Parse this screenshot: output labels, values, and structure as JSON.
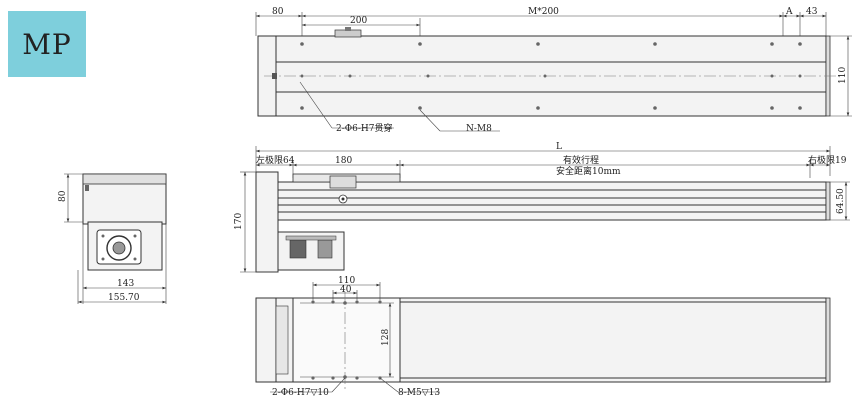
{
  "badge": {
    "label": "MP"
  },
  "top_view": {
    "dim_end_left": "80",
    "dim_pitch_first": "200",
    "dim_pitch_formula": "M*200",
    "dim_a": "A",
    "dim_end_right": "43",
    "dim_width": "110",
    "callout_pin_holes": "2-Φ6-H7贯穿",
    "callout_tapped_holes": "N-M8"
  },
  "side_view": {
    "dim_total_length": "L",
    "dim_left_limit": "左极限64",
    "dim_carriage": "180",
    "dim_stroke": "有效行程",
    "dim_safety": "安全距离10mm",
    "dim_right_limit": "右极限19",
    "dim_height": "170",
    "dim_rail_height": "64.50"
  },
  "bottom_view": {
    "dim_carriage_width": "110",
    "dim_hole_pitch": "40",
    "dim_hole_span": "128",
    "callout_pin_holes": "2-Φ6-H7▽10",
    "callout_tapped_holes": "8-M5▽13"
  },
  "end_view": {
    "dim_height": "80",
    "dim_width_inner": "143",
    "dim_width_outer": "155.70"
  }
}
